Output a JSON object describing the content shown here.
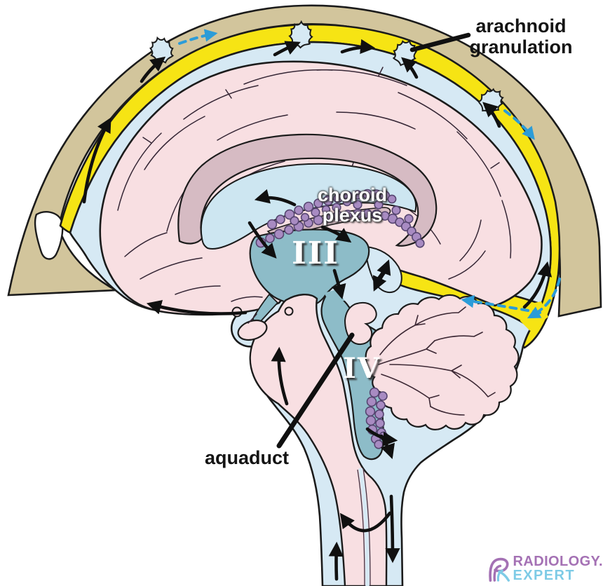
{
  "labels": {
    "arachnoid_granulation": {
      "line1": "arachnoid",
      "line2": "granulation"
    },
    "choroid_plexus": {
      "line1": "choroid",
      "line2": "plexus"
    },
    "third_ventricle": "III",
    "fourth_ventricle": "IV",
    "aqueduct": "aquaduct"
  },
  "logo": {
    "line1": "RADIOLOGY.",
    "line2": "EXPERT"
  },
  "colors": {
    "skull": "#d2c59c",
    "venous_sinus": "#f6e414",
    "csf_space": "#d6e9f4",
    "brain": "#f8dfe2",
    "corpus_callosum": "#d6bbc3",
    "lateral_ventricle": "#cde6f1",
    "ventricle_teal": "#8dbcc8",
    "choroid_plexus_fill": "#a88bc2",
    "choroid_plexus_stroke": "#564570",
    "outline": "#1b1b1b",
    "csf_arrow": "#101010",
    "venous_arrow": "#2b9cd8",
    "label_dark": "#141414",
    "label_light": "#ffffff",
    "logo_purple": "#a471b4",
    "logo_blue": "#7ecbe6"
  }
}
